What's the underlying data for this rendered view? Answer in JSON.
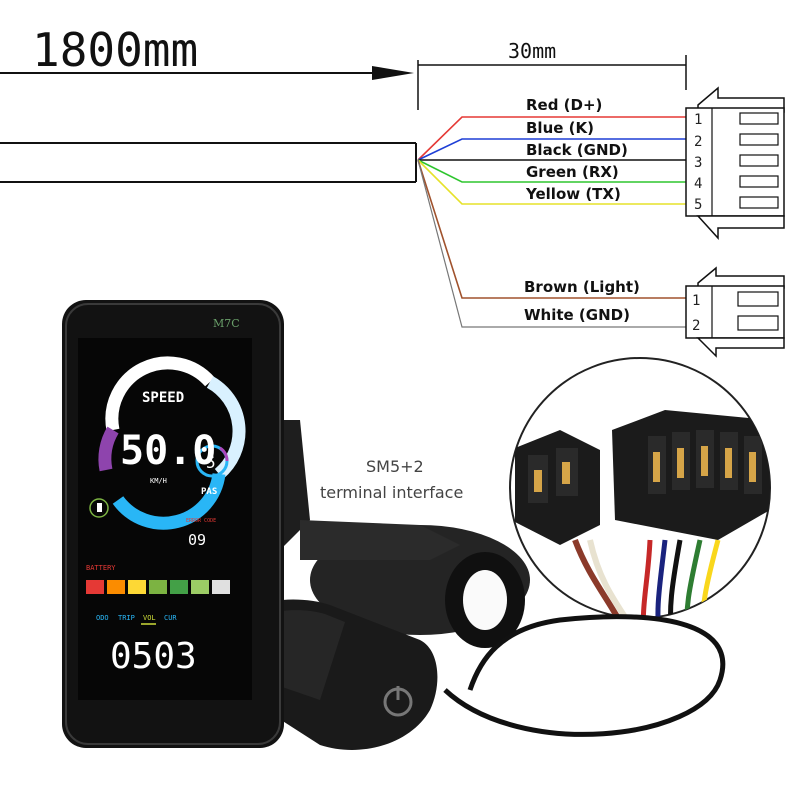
{
  "cable_length": "1800mm",
  "lead_length": "30mm",
  "connector_main": {
    "wires": [
      {
        "label": "Red (D+)",
        "pin": "1",
        "color": "#e53935"
      },
      {
        "label": "Blue (K)",
        "pin": "2",
        "color": "#1e3fd6"
      },
      {
        "label": "Black (GND)",
        "pin": "3",
        "color": "#111111"
      },
      {
        "label": "Green (RX)",
        "pin": "4",
        "color": "#2fc52f"
      },
      {
        "label": "Yellow (TX)",
        "pin": "5",
        "color": "#e6e22a"
      }
    ]
  },
  "connector_light": {
    "wires": [
      {
        "label": "Brown (Light)",
        "pin": "1",
        "color": "#a0522d"
      },
      {
        "label": "White (GND)",
        "pin": "2",
        "color": "#cfcfcf"
      }
    ]
  },
  "caption": {
    "line1": "SM5+2",
    "line2": "terminal interface"
  },
  "display": {
    "model": "M7C",
    "speed_label": "SPEED",
    "speed_value": "50.0",
    "speed_unit": "KM/H",
    "pas_value": "5",
    "pas_label": "PAS",
    "error_label": "ERROR CODE",
    "error_value": "09",
    "battery_label": "BATTERY",
    "battery_colors": [
      "#e53935",
      "#fb8c00",
      "#fdd835",
      "#7cb342",
      "#43a047",
      "#9ccc65",
      "#e0e0e0"
    ],
    "modes": [
      "ODO",
      "TRIP",
      "VOL",
      "CUR"
    ],
    "mode_value": "0503"
  },
  "icons": {
    "headlight": "headlight-icon",
    "plus": "plus-icon",
    "minus": "minus-icon",
    "power": "power-icon"
  }
}
